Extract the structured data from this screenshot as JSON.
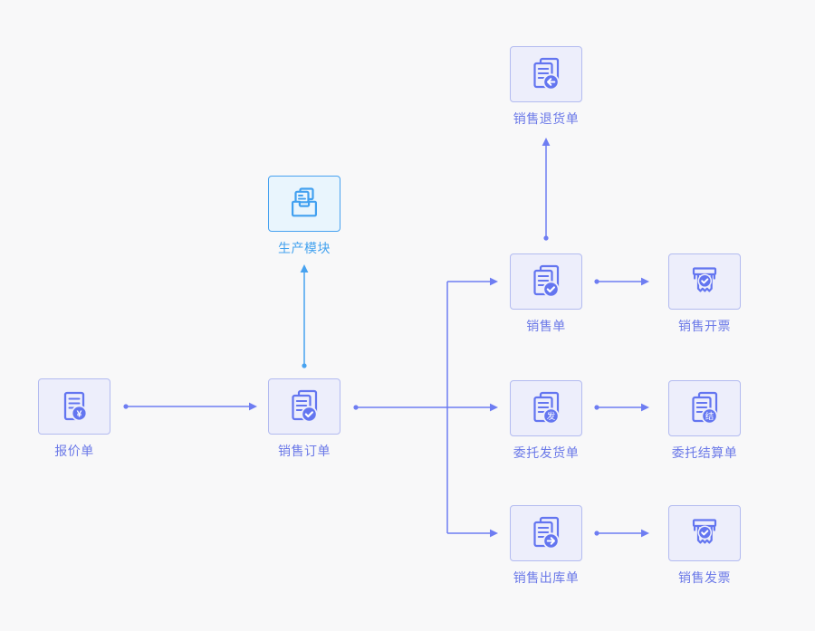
{
  "diagram_title": "sales-module-flow",
  "colors": {
    "background": "#f8f8f9",
    "node_fill": "#edeefb",
    "node_border": "#b3bbf0",
    "node_icon": "#6375f0",
    "node_label": "#6b79e8",
    "arrow_purple": "#6e7df2",
    "blue_fill": "#e9f5fd",
    "blue_border": "#47a2f0",
    "blue_label": "#44a2ef",
    "badge_text": "#ffffff"
  },
  "nodes": [
    {
      "id": "quotation",
      "label": "报价单",
      "icon": "document-yuan-icon",
      "badge": "¥"
    },
    {
      "id": "production",
      "label": "生产模块",
      "icon": "archive-box-icon"
    },
    {
      "id": "sales-order",
      "label": "销售订单",
      "icon": "documents-check-icon"
    },
    {
      "id": "sales-return",
      "label": "销售退货单",
      "icon": "documents-return-arrow-icon"
    },
    {
      "id": "sales-slip",
      "label": "销售单",
      "icon": "documents-check-icon"
    },
    {
      "id": "sales-invoicing",
      "label": "销售开票",
      "icon": "receipt-check-icon"
    },
    {
      "id": "consign-ship",
      "label": "委托发货单",
      "icon": "documents-ship-badge-icon",
      "badge": "发"
    },
    {
      "id": "consign-settle",
      "label": "委托结算单",
      "icon": "documents-settle-badge-icon",
      "badge": "结"
    },
    {
      "id": "sales-outbound",
      "label": "销售出库单",
      "icon": "documents-outbound-arrow-icon"
    },
    {
      "id": "sales-invoice",
      "label": "销售发票",
      "icon": "receipt-check-icon"
    }
  ],
  "connections": [
    {
      "from": "quotation",
      "to": "sales-order",
      "color": "#6e7df2"
    },
    {
      "from": "sales-order",
      "to": "production",
      "color": "#47a2f0"
    },
    {
      "from": "sales-order",
      "to": "sales-slip",
      "color": "#6e7df2"
    },
    {
      "from": "sales-order",
      "to": "consign-ship",
      "color": "#6e7df2"
    },
    {
      "from": "sales-order",
      "to": "sales-outbound",
      "color": "#6e7df2"
    },
    {
      "from": "sales-slip",
      "to": "sales-return",
      "color": "#6e7df2"
    },
    {
      "from": "sales-slip",
      "to": "sales-invoicing",
      "color": "#6e7df2"
    },
    {
      "from": "consign-ship",
      "to": "consign-settle",
      "color": "#6e7df2"
    },
    {
      "from": "sales-outbound",
      "to": "sales-invoice",
      "color": "#6e7df2"
    }
  ]
}
